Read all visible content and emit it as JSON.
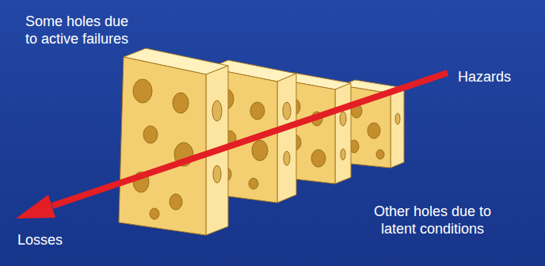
{
  "diagram": {
    "labels": [
      "Some holes due to active failures",
      "Hazards",
      "Losses",
      "Other holes due to latent conditions"
    ]
  }
}
